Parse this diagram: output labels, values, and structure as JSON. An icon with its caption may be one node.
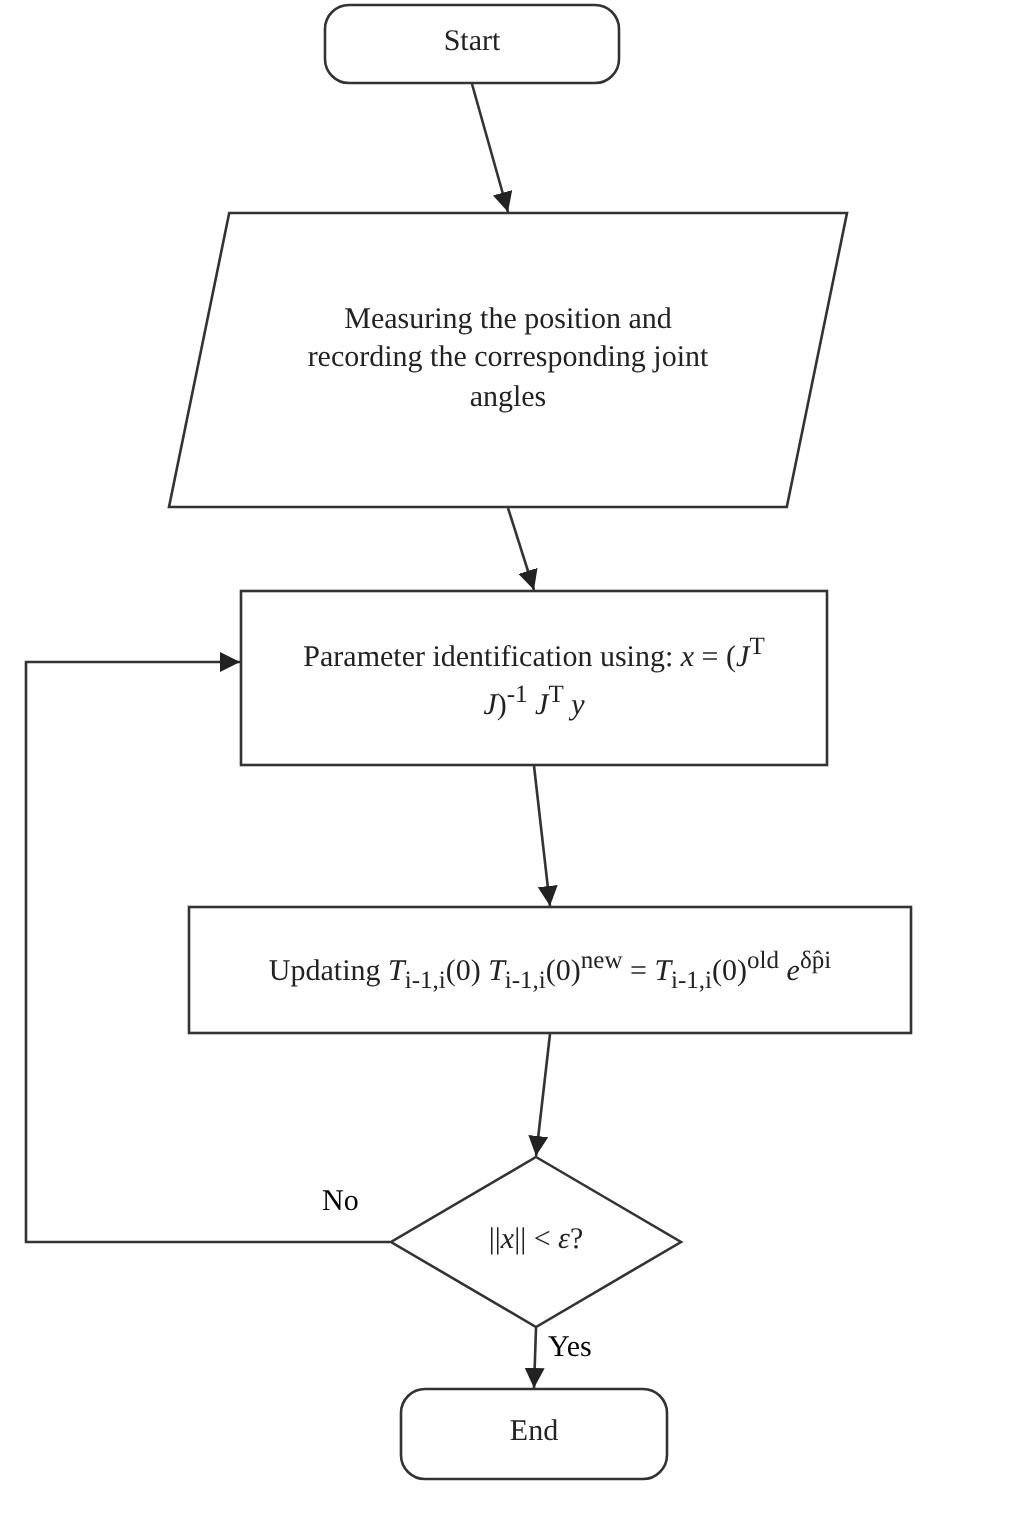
{
  "diagram": {
    "nodes": [
      {
        "text": [
          "Start"
        ]
      },
      {
        "text": [
          "Measuring the position and recording the corresponding joint angles"
        ]
      },
      {
        "text": [
          "Parameter identification using: *x* = (*J*$^{T}$ *J*)$^{-1}$ *J*$^{T}$ *y*"
        ]
      },
      {
        "text": [
          "Updating *T*$_{i-1,i}$(0) *T*$_{i-1,i}$(0)$^{new}$ = *T*$_{i-1,i}$(0)$^{old}$ *e*$^{δp̂i}$"
        ]
      },
      {
        "text": [
          "||*x*|| < *ε*?"
        ]
      },
      {
        "text": [
          "End"
        ]
      }
    ],
    "edges": [
      {
        "from": 0,
        "to": 1,
        "arrow": "to"
      },
      {
        "from": 1,
        "to": 2,
        "arrow": "to"
      },
      {
        "from": 2,
        "to": 3,
        "arrow": "to"
      },
      {
        "from": 3,
        "to": 4,
        "arrow": "to"
      },
      {
        "from": 4,
        "to": 2,
        "arrow": "to",
        "label": "No"
      },
      {
        "from": 4,
        "to": 5,
        "arrow": "to",
        "label": "Yes"
      }
    ]
  }
}
